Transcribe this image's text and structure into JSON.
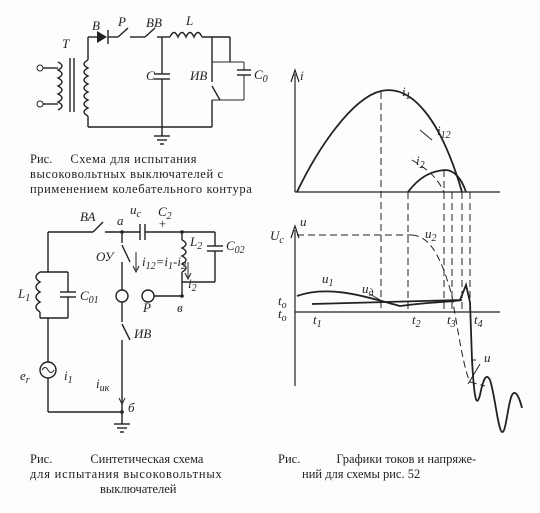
{
  "figure1": {
    "caption": {
      "prefix": "Рис.",
      "line1": "Схема для испытания высоковольтных выключателей с применением колебательного контура"
    },
    "labels": {
      "T": "T",
      "B": "B",
      "P": "P",
      "BB": "BB",
      "L": "L",
      "C": "C",
      "IV": "ИВ",
      "C0_main": "C",
      "C0_sub": "0"
    }
  },
  "figure2": {
    "caption": {
      "prefix": "Рис.",
      "line1": "Синтетическая схема",
      "line2": "для испытания высоковольтных",
      "line3": "выключателей"
    },
    "labels": {
      "VA": "ВА",
      "a": "а",
      "uc": "u",
      "uc_sub": "c",
      "C2": "C",
      "C2_sub": "2",
      "plus": "+",
      "OU": "ОУ",
      "i12": "i",
      "i12_sub": "12",
      "i12_eq": "=i",
      "i12_eq_sub1": "1",
      "i12_minus": "-i",
      "i12_eq_sub2": "2",
      "L2": "L",
      "L2_sub": "2",
      "C02": "C",
      "C02_sub": "02",
      "i2": "i",
      "i2_sub": "2",
      "P": "P",
      "v": "в",
      "IV": "ИВ",
      "L1": "L",
      "L1_sub": "1",
      "C01": "C",
      "C01_sub": "01",
      "er": "e",
      "er_sub": "r",
      "i1": "i",
      "i1_sub": "1",
      "iik": "i",
      "iik_sub": "ик",
      "b": "б"
    }
  },
  "figure3": {
    "caption": {
      "prefix": "Рис.",
      "line1": "Графики токов и напряже-",
      "line2": "ний для схемы рис. 52"
    },
    "labels": {
      "i": "i",
      "i1": "i",
      "i1_sub": "1",
      "i12": "i",
      "i12_sub": "12",
      "i2": "i",
      "i2_sub": "2",
      "u": "u",
      "Uc": "U",
      "Uc_sub": "c",
      "u2": "u",
      "u2_sub": "2",
      "u1": "u",
      "u1_sub": "1",
      "ud": "u",
      "ud_sub": "д",
      "t0": "t",
      "t0_sub": "o",
      "t1": "t",
      "t1_sub": "1",
      "t2": "t",
      "t2_sub": "2",
      "t3": "t",
      "t3_sub": "3",
      "t4": "t",
      "t4_sub": "4",
      "u_curve": "u"
    }
  }
}
